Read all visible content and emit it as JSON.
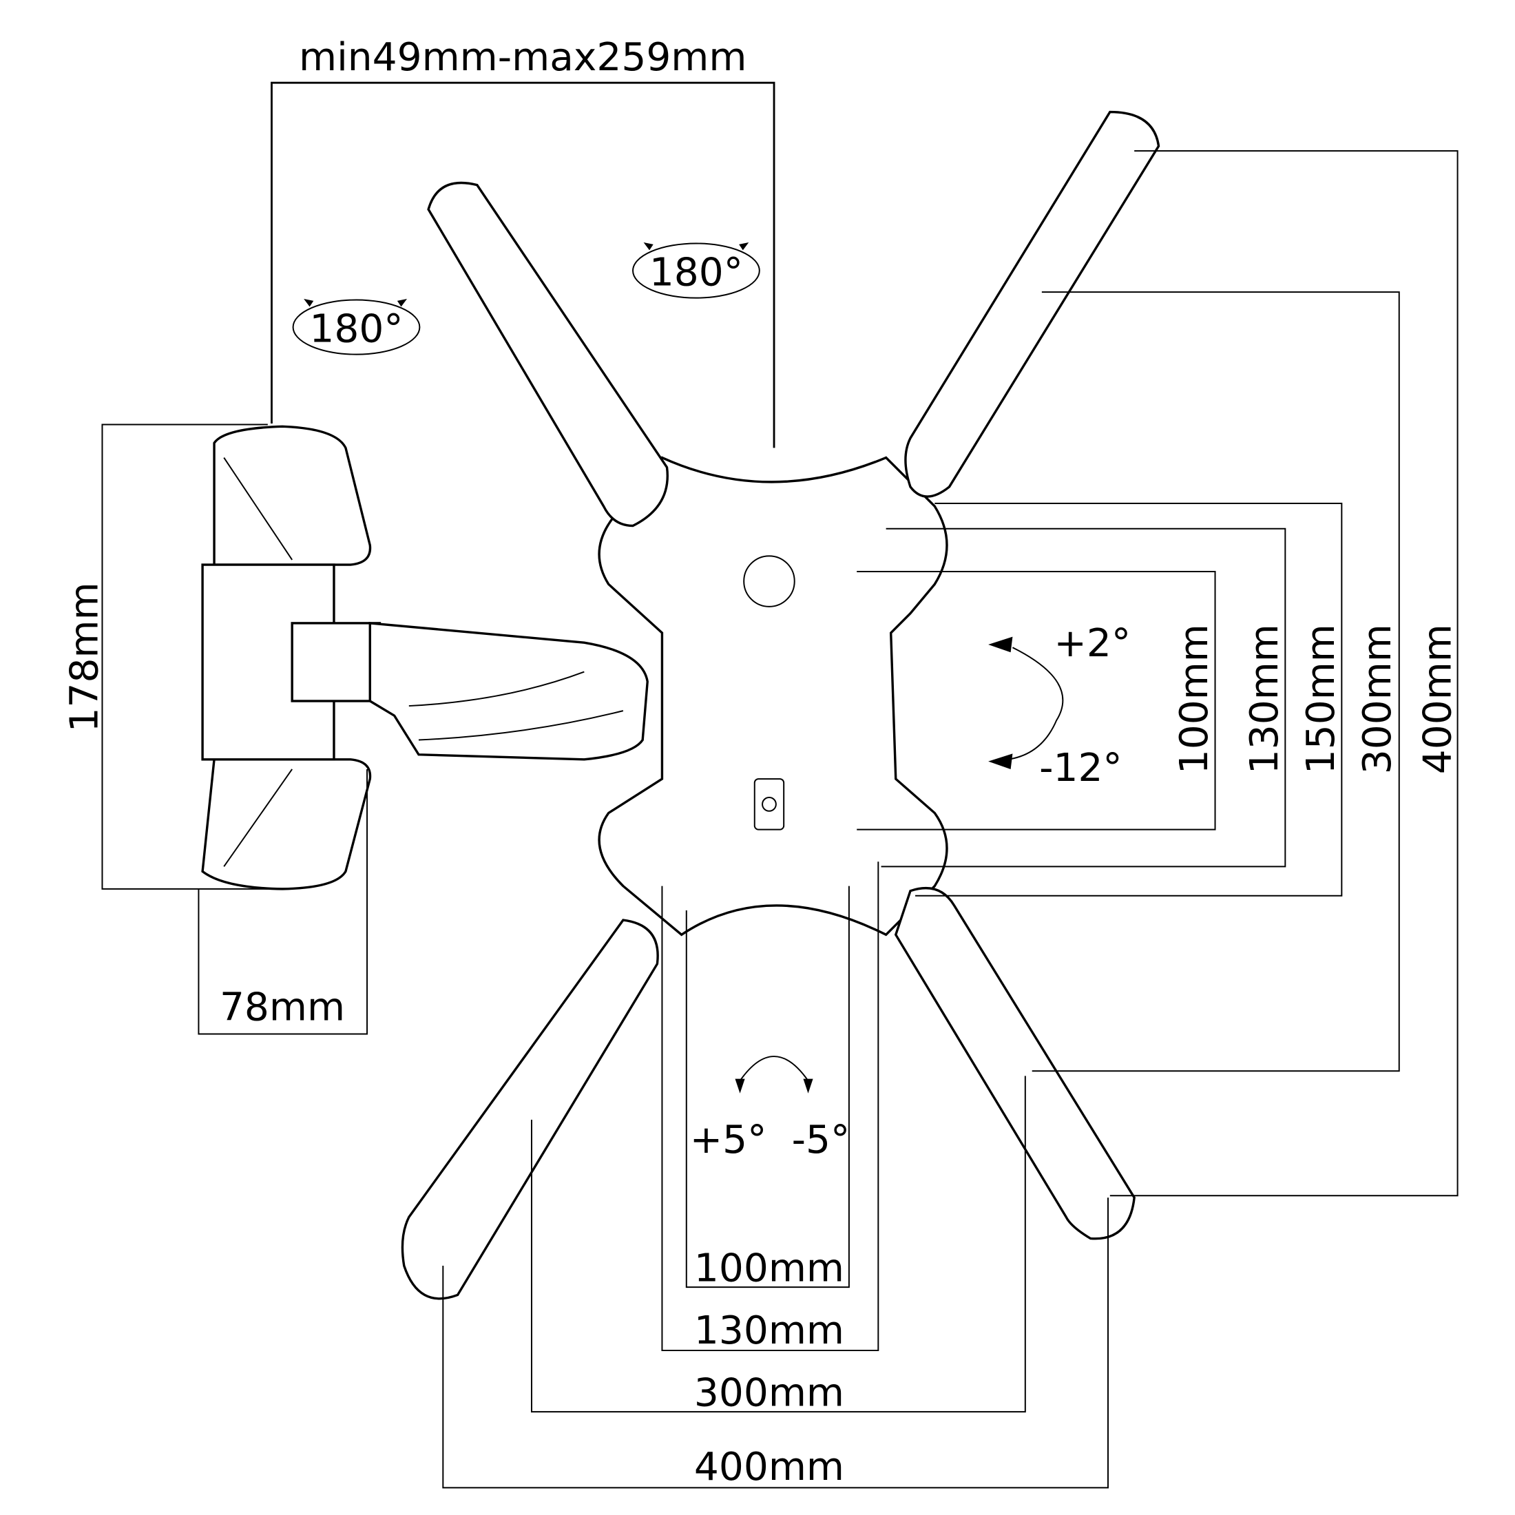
{
  "title": "TV wall mount dimensions",
  "labels": {
    "depth_range": "min49mm-max259mm",
    "swivel_arm": "180°",
    "swivel_head": "180°",
    "wall_plate_height": "178mm",
    "wall_plate_width": "78mm",
    "tilt_up": "+2°",
    "tilt_down": "-12°",
    "rotate_plus": "+5°",
    "rotate_minus": "-5°"
  },
  "vesa_vertical": [
    "100mm",
    "130mm",
    "150mm",
    "300mm",
    "400mm"
  ],
  "vesa_horizontal": [
    "100mm",
    "130mm",
    "300mm",
    "400mm"
  ]
}
